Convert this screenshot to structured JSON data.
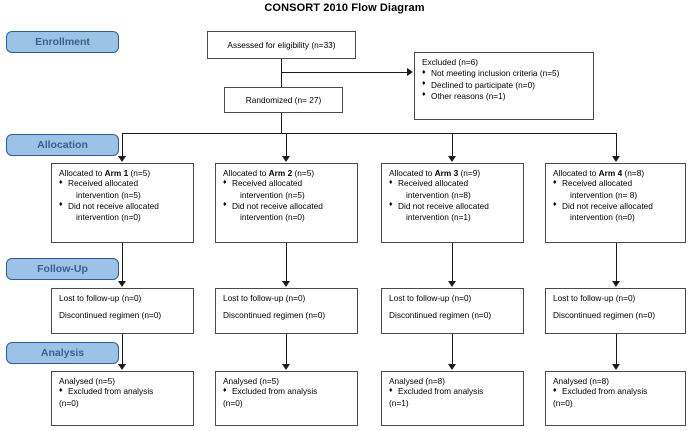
{
  "title": "CONSORT 2010 Flow Diagram",
  "stages": [
    {
      "key": "enrollment",
      "label": "Enrollment"
    },
    {
      "key": "allocation",
      "label": "Allocation"
    },
    {
      "key": "followup",
      "label": "Follow-Up"
    },
    {
      "key": "analysis",
      "label": "Analysis"
    }
  ],
  "colors": {
    "stage_fill": "#9CC2E8",
    "stage_border": "#2a5d9e",
    "stage_text": "#3a5f8a",
    "box_border": "#4a4a4a",
    "connector": "#1a1a1a",
    "background": "#ffffff"
  },
  "enrollment": {
    "assessed": "Assessed for eligibility (n=33)",
    "randomized": "Randomized (n= 27)",
    "excluded": {
      "header": "Excluded  (n=6)",
      "reasons": [
        "Not meeting inclusion criteria (n=5)",
        "Declined to participate (n=0)",
        "Other reasons (n=1)"
      ]
    }
  },
  "arms": [
    {
      "allocation": {
        "header_prefix": "Allocated to ",
        "header_arm": "Arm 1",
        "header_suffix": " (n=5)",
        "received_line1": "Received allocated",
        "received_line2": "intervention (n=5)",
        "notreceived_line1": "Did not receive allocated",
        "notreceived_line2": "intervention  (n=0)"
      },
      "followup": {
        "lost": "Lost to follow-up (n=0)",
        "discontinued": "Discontinued regimen (n=0)"
      },
      "analysis": {
        "analysed": "Analysed  (n=5)",
        "excluded_line1": "Excluded from analysis",
        "excluded_line2": "(n=0)"
      }
    },
    {
      "allocation": {
        "header_prefix": "Allocated to ",
        "header_arm": "Arm 2",
        "header_suffix": " (n=5)",
        "received_line1": "Received allocated",
        "received_line2": "intervention (n=5)",
        "notreceived_line1": "Did not receive allocated",
        "notreceived_line2": "intervention (n=0)"
      },
      "followup": {
        "lost": "Lost to follow-up (n=0)",
        "discontinued": "Discontinued regimen (n=0)"
      },
      "analysis": {
        "analysed": "Analysed  (n=5)",
        "excluded_line1": "Excluded from analysis",
        "excluded_line2": "(n=0)"
      }
    },
    {
      "allocation": {
        "header_prefix": "Allocated to ",
        "header_arm": "Arm 3",
        "header_suffix": " (n=9)",
        "received_line1": "Received allocated",
        "received_line2": "intervention (n=8)",
        "notreceived_line1": "Did not receive allocated",
        "notreceived_line2": "intervention (n=1)"
      },
      "followup": {
        "lost": "Lost to follow-up (n=0)",
        "discontinued": "Discontinued regimen (n=0)"
      },
      "analysis": {
        "analysed": "Analysed  (n=8)",
        "excluded_line1": "Excluded from analysis",
        "excluded_line2": "(n=1)"
      }
    },
    {
      "allocation": {
        "header_prefix": "Allocated to ",
        "header_arm": "Arm 4",
        "header_suffix": " (n=8)",
        "received_line1": "Received allocated",
        "received_line2": "intervention (n= 8)",
        "notreceived_line1": "Did not receive allocated",
        "notreceived_line2": "intervention (n=0)"
      },
      "followup": {
        "lost": "Lost to follow-up (n=0)",
        "discontinued": "Discontinued regimen (n=0)"
      },
      "analysis": {
        "analysed": "Analysed  (n=8)",
        "excluded_line1": "Excluded from analysis",
        "excluded_line2": "(n=0)"
      }
    }
  ],
  "chart_data": {
    "type": "diagram",
    "title": "CONSORT 2010 Flow Diagram",
    "nodes": [
      {
        "id": "assessed",
        "stage": "Enrollment",
        "label": "Assessed for eligibility",
        "n": 33
      },
      {
        "id": "excluded",
        "stage": "Enrollment",
        "label": "Excluded",
        "n": 6,
        "children": [
          {
            "label": "Not meeting inclusion criteria",
            "n": 5
          },
          {
            "label": "Declined to participate",
            "n": 0
          },
          {
            "label": "Other reasons",
            "n": 1
          }
        ]
      },
      {
        "id": "randomized",
        "stage": "Enrollment",
        "label": "Randomized",
        "n": 27
      },
      {
        "id": "alloc1",
        "stage": "Allocation",
        "label": "Allocated to Arm 1",
        "n": 5,
        "received": 5,
        "not_received": 0
      },
      {
        "id": "alloc2",
        "stage": "Allocation",
        "label": "Allocated to Arm 2",
        "n": 5,
        "received": 5,
        "not_received": 0
      },
      {
        "id": "alloc3",
        "stage": "Allocation",
        "label": "Allocated to Arm 3",
        "n": 9,
        "received": 8,
        "not_received": 1
      },
      {
        "id": "alloc4",
        "stage": "Allocation",
        "label": "Allocated to Arm 4",
        "n": 8,
        "received": 8,
        "not_received": 0
      },
      {
        "id": "fu1",
        "stage": "Follow-Up",
        "lost_to_followup": 0,
        "discontinued": 0
      },
      {
        "id": "fu2",
        "stage": "Follow-Up",
        "lost_to_followup": 0,
        "discontinued": 0
      },
      {
        "id": "fu3",
        "stage": "Follow-Up",
        "lost_to_followup": 0,
        "discontinued": 0
      },
      {
        "id": "fu4",
        "stage": "Follow-Up",
        "lost_to_followup": 0,
        "discontinued": 0
      },
      {
        "id": "an1",
        "stage": "Analysis",
        "analysed": 5,
        "excluded_from_analysis": 0
      },
      {
        "id": "an2",
        "stage": "Analysis",
        "analysed": 5,
        "excluded_from_analysis": 0
      },
      {
        "id": "an3",
        "stage": "Analysis",
        "analysed": 8,
        "excluded_from_analysis": 1
      },
      {
        "id": "an4",
        "stage": "Analysis",
        "analysed": 8,
        "excluded_from_analysis": 0
      }
    ],
    "edges": [
      {
        "from": "assessed",
        "to": "excluded"
      },
      {
        "from": "assessed",
        "to": "randomized"
      },
      {
        "from": "randomized",
        "to": "alloc1"
      },
      {
        "from": "randomized",
        "to": "alloc2"
      },
      {
        "from": "randomized",
        "to": "alloc3"
      },
      {
        "from": "randomized",
        "to": "alloc4"
      },
      {
        "from": "alloc1",
        "to": "fu1"
      },
      {
        "from": "alloc2",
        "to": "fu2"
      },
      {
        "from": "alloc3",
        "to": "fu3"
      },
      {
        "from": "alloc4",
        "to": "fu4"
      },
      {
        "from": "fu1",
        "to": "an1"
      },
      {
        "from": "fu2",
        "to": "an2"
      },
      {
        "from": "fu3",
        "to": "an3"
      },
      {
        "from": "fu4",
        "to": "an4"
      }
    ]
  }
}
